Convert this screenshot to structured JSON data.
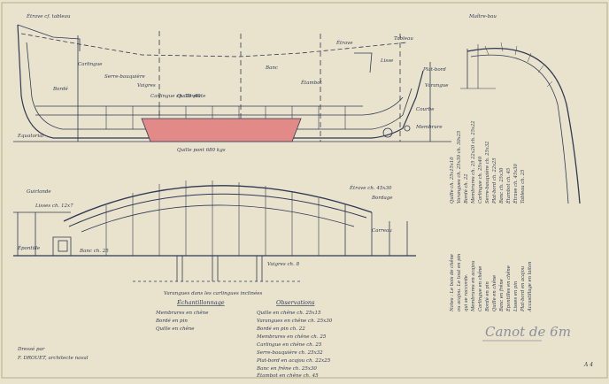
{
  "drawing": {
    "title_handwritten": "Canot de 6m",
    "frame_label": "Maître-bau",
    "top_left_label": "Étrave cf. tableau",
    "waterline_label": "Equatorial",
    "section_labels": [
      "Bordé",
      "Carlingue",
      "Serre-bauquière",
      "Vaigres",
      "Quille plate",
      "Étambot",
      "Étrave",
      "Tableau",
      "Varangue",
      "Courbe",
      "Membrure",
      "Lisse",
      "Banc",
      "Plat-bord",
      "Guirlande",
      "Épontille",
      "Bordage",
      "Carreau"
    ],
    "quantities": [
      "Quille pont 680 kgs",
      "Carlingue ch. 25x40",
      "Lisses ch. 12x7",
      "Banc ch. 25",
      "Vaigres ch. 8",
      "Étrave ch. 45x30"
    ],
    "right_specs": [
      "Quille ch. 25x15x10",
      "Varangues ch. 25x30 ch. 30x25",
      "Bordé ch. 22",
      "Membrures ch. 25 22x20 ch. 25x22",
      "Carlingue ch. 25x40",
      "Serre-bauquière ch. 25x32",
      "Plat-bord ch. 22x25",
      "Banc ch. 25x30",
      "Étambot ch. 45",
      "Étrave ch. 45x30",
      "Tableau ch. 25"
    ],
    "right_notes": [
      "Notes : Le bois de chêne",
      "ou acajou. Le tout en pin",
      "qui se raccorde.",
      "Membrures en acajou",
      "Carlingue en chêne",
      "Bordé en pin",
      "Quille en chêne",
      "Banc en frêne",
      "Épontilles en chêne",
      "Lisses en pin",
      "Plat-bord en acajou",
      "Accastillage en laiton"
    ],
    "legend_center": {
      "heading": "Échantillonnage",
      "lines": [
        "Membrures en chêne",
        "Bordé en pin",
        "Quille en chêne"
      ]
    },
    "legend_right": {
      "heading": "Observations",
      "lines": [
        "Quille en chêne ch. 25x15",
        "Varangues en chêne ch. 25x30",
        "Bordé en pin ch. 22",
        "Membrures en chêne ch. 25",
        "Carlingue en chêne ch. 25",
        "Serre-bauquière ch. 25x32",
        "Plat-bord en acajou ch. 22x25",
        "Banc en frêne ch. 25x30",
        "Étambot en chêne ch. 45"
      ]
    },
    "bottom_label": "Varangues dans les carlingues inclinées",
    "author": {
      "line1": "Dressé par",
      "line2": "F. DROUET, architecte naval"
    },
    "sheet_number": "A 4"
  },
  "colors": {
    "paper": "#e9e2cc",
    "ink": "#2f3a55",
    "highlight": "#e28a88"
  }
}
